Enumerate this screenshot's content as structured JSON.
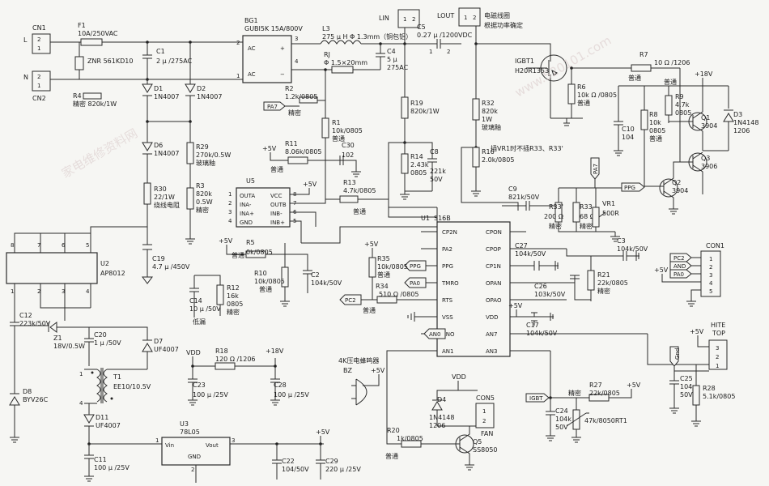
{
  "labels": {
    "cn1": "CN1",
    "cn2": "CN2",
    "L": "L",
    "N": "N",
    "f1": "F1",
    "f1_val": "10A/250VAC",
    "c1": "C1",
    "c1_val": "2 μ /275AC",
    "znr": "ZNR 561KD10",
    "r4": "R4",
    "r4_val": "精密 820k/1W",
    "d1": "D1",
    "d1_val": "1N4007",
    "d2": "D2",
    "d2_val": "1N4007",
    "d6": "D6",
    "d6_val": "1N4007",
    "bg1": "BG1",
    "bg1_val": "GUBI5K 15A/800V",
    "l3": "L3",
    "l3_val": "275 μ H Φ 1.3mm（铜包铝）",
    "rj": "RJ",
    "rj_val": "Φ 1.5×20mm",
    "c4": "C4",
    "c4_val1": "5 μ",
    "c4_val2": "275AC",
    "lin": "LIN",
    "c5": "C5",
    "c5_val": "0.27 μ /1200VDC",
    "lout": "LOUT",
    "coil1": "电磁线圈",
    "coil2": "根据功率确定",
    "igbt1": "IGBT1",
    "igbt1_val": "H20R1353",
    "r6": "R6",
    "r6_val": "10k Ω /0805",
    "r6_note": "普通",
    "r7": "R7",
    "r7_val": "10 Ω /1206",
    "r7_note": "普通",
    "v18": "+18V",
    "r9": "R9",
    "r9_val1": "4.7k",
    "r9_val2": "0805",
    "d3": "D3",
    "d3_val1": "1N4148",
    "d3_val2": "1206",
    "r8": "R8",
    "r8_val1": "10k",
    "r8_val2": "0805",
    "r8_note": "普通",
    "c10": "C10",
    "c10_val": "104",
    "q1": "Q1",
    "q1_val": "3904",
    "q3": "Q3",
    "q3_val": "3906",
    "q2": "Q2",
    "q2_val": "3904",
    "ppg_net": "PPG",
    "r29": "R29",
    "r29_val1": "270k/0.5W",
    "r29_val2": "玻璃釉",
    "r3": "R3",
    "r3_val1": "820k",
    "r3_val2": "0.5W",
    "r3_val3": "精密",
    "r30": "R30",
    "r30_val1": "22/1W",
    "r30_val2": "绕线电阻",
    "c19": "C19",
    "c19_val": "4.7 μ /450V",
    "r2": "R2",
    "r2_val": "1.2k/0805",
    "r2_note": "精密",
    "pa7": "PA7",
    "r1": "R1",
    "r1_val": "10k/0805",
    "r1_note": "普通",
    "r11": "R11",
    "r11_val": "8.06k/0805",
    "r11_note": "普通",
    "c30": "C30",
    "c30_val": "102",
    "p5v": "+5V",
    "r19": "R19",
    "r19_val": "820k/1W",
    "r32": "R32",
    "r32_val1": "820k",
    "r32_val2": "1W",
    "r32_val3": "玻璃釉",
    "r14": "R14",
    "r14_val1": "2.43k",
    "r14_val2": "0805",
    "c8": "C8",
    "c8_val1": "221k",
    "c8_val2": "50V",
    "r16": "R16",
    "r16_val": "2.0k/0805",
    "vr_note": "插VR1时不插R33、R33'",
    "u5": "U5",
    "u5_pins": [
      "OUTA",
      "INA-",
      "INA+",
      "GND",
      "VCC",
      "OUTB",
      "INB-",
      "INB+"
    ],
    "r13": "R13",
    "r13_val": "4.7k/0805",
    "r13_note": "普通",
    "c9": "C9",
    "c9_val": "821k/50V",
    "r33p": "R33'",
    "r33p_val": "200 Ω",
    "r33p_note": "精密",
    "r33": "R33",
    "r33_val": "68 Ω",
    "r33_note": "精密",
    "vr1": "VR1",
    "vr1_val": "500R",
    "c3": "C3",
    "c3_val": "104k/50V",
    "u2": "U2",
    "u2_val": "AP8012",
    "r5": "R5",
    "r5_val": "0k/0805",
    "r5_note": "普通",
    "r10": "R10",
    "r10_val": "10k/0805",
    "r10_note": "普通",
    "c2": "C2",
    "c2_val": "104k/50V",
    "u1": "U1",
    "u1_val": "S16B",
    "u1_left": [
      "CP2N",
      "PA2",
      "PPG",
      "TMRO",
      "RTS",
      "VSS",
      "ANO",
      "AN1"
    ],
    "u1_right": [
      "CPON",
      "CPOP",
      "CP1N",
      "OPAN",
      "OPAO",
      "VDD",
      "AN7",
      "AN3"
    ],
    "r35": "R35",
    "r35_val": "10k/0805",
    "r35_note": "普通",
    "r34": "R34",
    "r34_val": "510 Ω /0805",
    "r34_note": "普通",
    "pa0": "PA0",
    "pc2": "PC2",
    "an0": "AN0",
    "c27": "C27",
    "c27_val": "104k/50V",
    "r21": "R21",
    "r21_val": "22k/0805",
    "r21_note": "精密",
    "c26": "C26",
    "c26_val": "103k/50V",
    "c17": "C17",
    "c17_val": "104k/50V",
    "con1": "CON1",
    "con1_pins": [
      "1",
      "2",
      "3",
      "4",
      "5"
    ],
    "con1_nets": [
      "PC2",
      "AND",
      "PA0"
    ],
    "r12": "R12",
    "r12_val1": "16k",
    "r12_val2": "0805",
    "r12_val3": "精密",
    "c14": "C14",
    "c14_val": "10 μ /50V",
    "c14_note": "低漏",
    "c12": "C12",
    "c12_val": "223k/50V",
    "z1": "Z1",
    "z1_val": "18V/0.5W",
    "c20": "C20",
    "c20_val": "1 μ /50V",
    "d7": "D7",
    "d7_val": "UF4007",
    "t1": "T1",
    "t1_val": "EE10/10.5V",
    "d8": "D8",
    "d8_val": "BYV26C",
    "d11": "D11",
    "d11_val": "UF4007",
    "vdd": "VDD",
    "r18": "R18",
    "r18_val": "120 Ω /1206",
    "c23": "C23",
    "c23_val": "100 μ /25V",
    "c28": "C28",
    "c28_val": "100 μ /25V",
    "u3": "U3",
    "u3_val": "78L05",
    "u3_vin": "Vin",
    "u3_vout": "Vout",
    "u3_gnd": "GND",
    "c11": "C11",
    "c11_val": "100 μ /25V",
    "c22": "C22",
    "c22_val": "104/50V",
    "c29": "C29",
    "c29_val": "220 μ /25V",
    "buzz_title": "4K压电蜂鸣器",
    "bz": "BZ",
    "d4": "D4",
    "d4_val1": "1N4148",
    "d4_val2": "1206",
    "con5": "CON5",
    "fan": "FAN",
    "r20": "R20",
    "r20_val": "1k/0805",
    "r20_note": "普通",
    "q5": "Q5",
    "q5_val": "SS8050",
    "igbt_net": "IGBT",
    "r27": "R27",
    "r27_val": "22k/0805",
    "r27_note": "精密",
    "c24": "C24",
    "c24_val1": "104k",
    "c24_val2": "50V",
    "t_sensor": "47k/8050RT1",
    "hite": "HITE",
    "top": "TOP",
    "c25": "C25",
    "c25_val1": "104",
    "c25_val2": "50V",
    "r28": "R28",
    "r28_val": "5.1k/0805",
    "gnd": "Gnd",
    "pin1": "1",
    "pin2": "2",
    "pin3": "3",
    "pin4": "4",
    "pin5": "5",
    "pin6": "6",
    "pin7": "7",
    "pin8": "8",
    "ac": "AC",
    "plus": "+",
    "minus": "−"
  },
  "colors": {
    "ink": "#2a2a2a",
    "paper": "#f6f6f3"
  }
}
